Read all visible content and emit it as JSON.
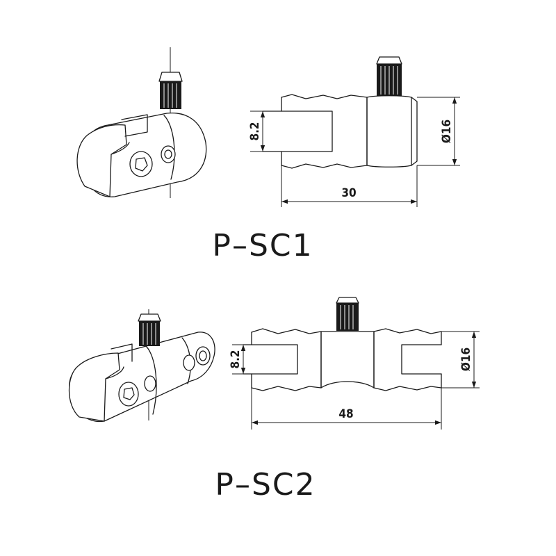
{
  "parts": [
    {
      "label": "P–SC1",
      "dims": {
        "slot": "8.2",
        "length": "30",
        "diameter": "Ø16"
      }
    },
    {
      "label": "P–SC2",
      "dims": {
        "slot": "8.2",
        "length": "48",
        "diameter": "Ø16"
      }
    }
  ]
}
